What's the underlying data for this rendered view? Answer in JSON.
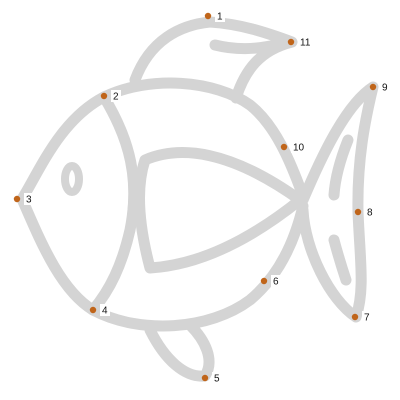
{
  "puzzle": {
    "dot_color": "#c0651a",
    "outline_color": "#d4d4d4",
    "dots": [
      {
        "label": "1"
      },
      {
        "label": "2"
      },
      {
        "label": "3"
      },
      {
        "label": "4"
      },
      {
        "label": "5"
      },
      {
        "label": "6"
      },
      {
        "label": "7"
      },
      {
        "label": "8"
      },
      {
        "label": "9"
      },
      {
        "label": "10"
      },
      {
        "label": "11"
      }
    ]
  }
}
